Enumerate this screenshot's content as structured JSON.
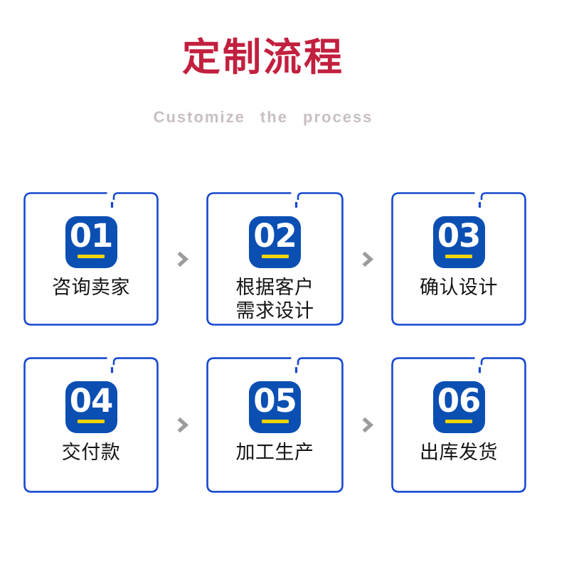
{
  "header": {
    "title": "定制流程",
    "subtitle": "Customize the process"
  },
  "steps": [
    {
      "number": "01",
      "label": "咨询卖家"
    },
    {
      "number": "02",
      "label": "根据客户\n需求设计"
    },
    {
      "number": "03",
      "label": "确认设计"
    },
    {
      "number": "04",
      "label": "交付款"
    },
    {
      "number": "05",
      "label": "加工生产"
    },
    {
      "number": "06",
      "label": "出库发货"
    }
  ],
  "icons": {
    "step_arrow": "chevron-right"
  },
  "colors": {
    "title_red": "#c2203f",
    "subtitle_gray": "#c9bfc0",
    "card_border_blue": "#1649cf",
    "badge_blue": "#0b4fb3",
    "underline_yellow": "#f2d400",
    "arrow_gray": "#9c9c9c",
    "label_dark": "#151515"
  }
}
